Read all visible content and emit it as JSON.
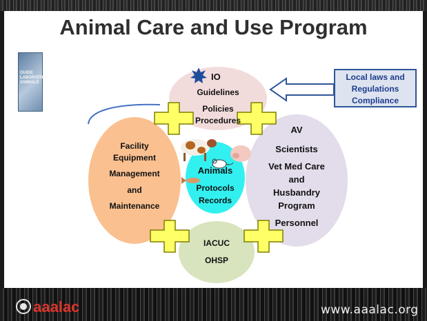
{
  "title": "Animal Care and Use Program",
  "book_text": "GUIDE LABORATORY ANIMALS",
  "top_oval": {
    "line1": "IO",
    "line2": "Guidelines",
    "line3": "Policies",
    "line4": "Procedures"
  },
  "left_oval": {
    "line1": "Facility",
    "line2": "Equipment",
    "line3": "Management",
    "line4": "and",
    "line5": "Maintenance"
  },
  "center_oval": {
    "line1": "Animals",
    "line2": "Protocols",
    "line3": "Records"
  },
  "right_oval": {
    "line1": "AV",
    "line2": "Scientists",
    "line3": "Vet Med Care",
    "line4": "and",
    "line5": "Husbandry",
    "line6": "Program",
    "line7": "Personnel"
  },
  "bottom_oval": {
    "line1": "IACUC",
    "line2": "OHSP"
  },
  "arrow_box": {
    "line1": "Local laws and",
    "line2": "Regulations",
    "line3": "Compliance"
  },
  "footer": {
    "logo_text": "aaalac",
    "website": "www.aaalac.org"
  },
  "colors": {
    "top_oval": "#f2dcdb",
    "left_oval": "#fac090",
    "center_oval": "#33f0f0",
    "right_oval": "#e3dcea",
    "bottom_oval": "#d7e4bd",
    "connector": "#ffff66",
    "arrow_border": "#2f5597"
  }
}
